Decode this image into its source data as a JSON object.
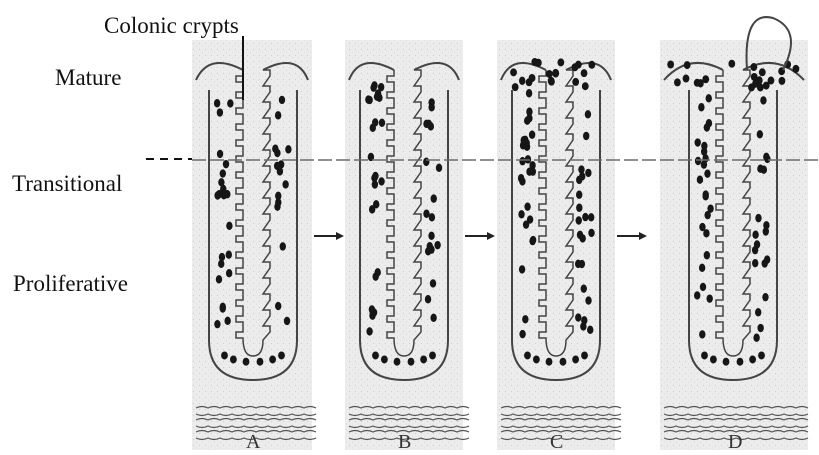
{
  "labels": {
    "colonic_crypts": "Colonic crypts",
    "mature": "Mature",
    "transitional": "Transitional",
    "proliferative": "Proliferative"
  },
  "panels": [
    {
      "letter": "A"
    },
    {
      "letter": "B"
    },
    {
      "letter": "C"
    },
    {
      "letter": "D"
    }
  ],
  "colors": {
    "panel_bg": "#ececec",
    "outline": "#444444",
    "nucleus": "#161616",
    "zone_line": "#6b6b6b"
  }
}
